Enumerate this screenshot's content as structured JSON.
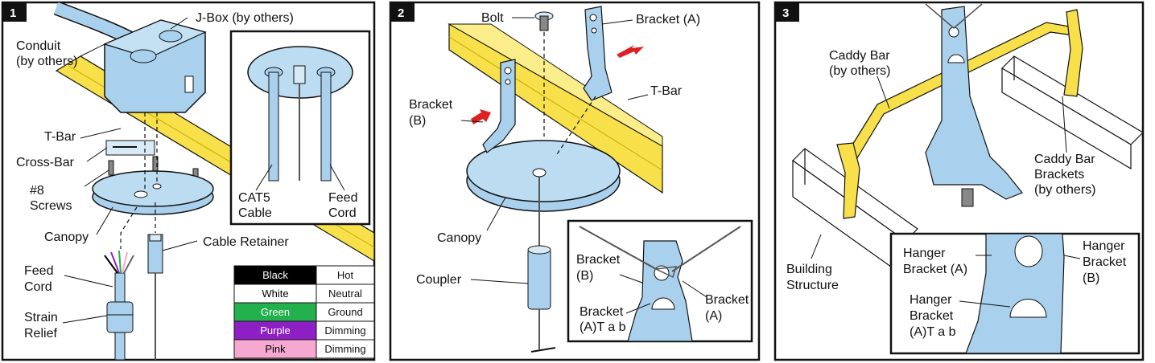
{
  "panels": [
    {
      "number": "1",
      "labels": {
        "jbox": "J-Box (by others)",
        "conduit_1": "Conduit",
        "conduit_2": "(by others)",
        "tbar": "T-Bar",
        "crossbar": "Cross-Bar",
        "screws_1": "#8",
        "screws_2": "Screws",
        "canopy": "Canopy",
        "cable_retainer": "Cable Retainer",
        "feed_cord_1": "Feed",
        "feed_cord_2": "Cord",
        "strain_relief_1": "Strain",
        "strain_relief_2": "Relief",
        "inset_cat5_1": "CAT5",
        "inset_cat5_2": "Cable",
        "inset_feed_1": "Feed",
        "inset_feed_2": "Cord"
      },
      "wire_table": [
        {
          "color_name": "Black",
          "function": "Hot",
          "swatch": "#000000",
          "text_color": "#ffffff"
        },
        {
          "color_name": "White",
          "function": "Neutral",
          "swatch": "#ffffff",
          "text_color": "#000000"
        },
        {
          "color_name": "Green",
          "function": "Ground",
          "swatch": "#22b14c",
          "text_color": "#ffffff"
        },
        {
          "color_name": "Purple",
          "function": "Dimming",
          "swatch": "#8e1fc4",
          "text_color": "#ffffff"
        },
        {
          "color_name": "Pink",
          "function": "Dimming",
          "swatch": "#f5a9d0",
          "text_color": "#000000"
        }
      ]
    },
    {
      "number": "2",
      "labels": {
        "bolt": "Bolt",
        "bracket_a": "Bracket (A)",
        "bracket_b_1": "Bracket",
        "bracket_b_2": "(B)",
        "tbar": "T-Bar",
        "canopy": "Canopy",
        "coupler": "Coupler",
        "inset_bracket_b_1": "Bracket",
        "inset_bracket_b_2": "(B)",
        "inset_bracket_a_1": "Bracket",
        "inset_bracket_a_2": "(A)",
        "inset_bracket_tab_1": "Bracket",
        "inset_bracket_tab_2": "(A)T a b"
      }
    },
    {
      "number": "3",
      "labels": {
        "caddy_bar_1": "Caddy Bar",
        "caddy_bar_2": "(by others)",
        "caddy_brackets_1": "Caddy Bar",
        "caddy_brackets_2": "Brackets",
        "caddy_brackets_3": "(by others)",
        "building_1": "Building",
        "building_2": "Structure",
        "inset_hanger_a_1": "Hanger",
        "inset_hanger_a_2": "Bracket (A)",
        "inset_hanger_b_1": "Hanger",
        "inset_hanger_b_2": "Bracket",
        "inset_hanger_b_3": "(B)",
        "inset_hanger_tab_1": "Hanger",
        "inset_hanger_tab_2": "Bracket",
        "inset_hanger_tab_3": "(A)T a b"
      }
    }
  ],
  "colors": {
    "part_blue": "#a9d0ec",
    "tbar_yellow": "#f7e04a",
    "outline": "#111111",
    "arrow_red": "#e02020"
  }
}
